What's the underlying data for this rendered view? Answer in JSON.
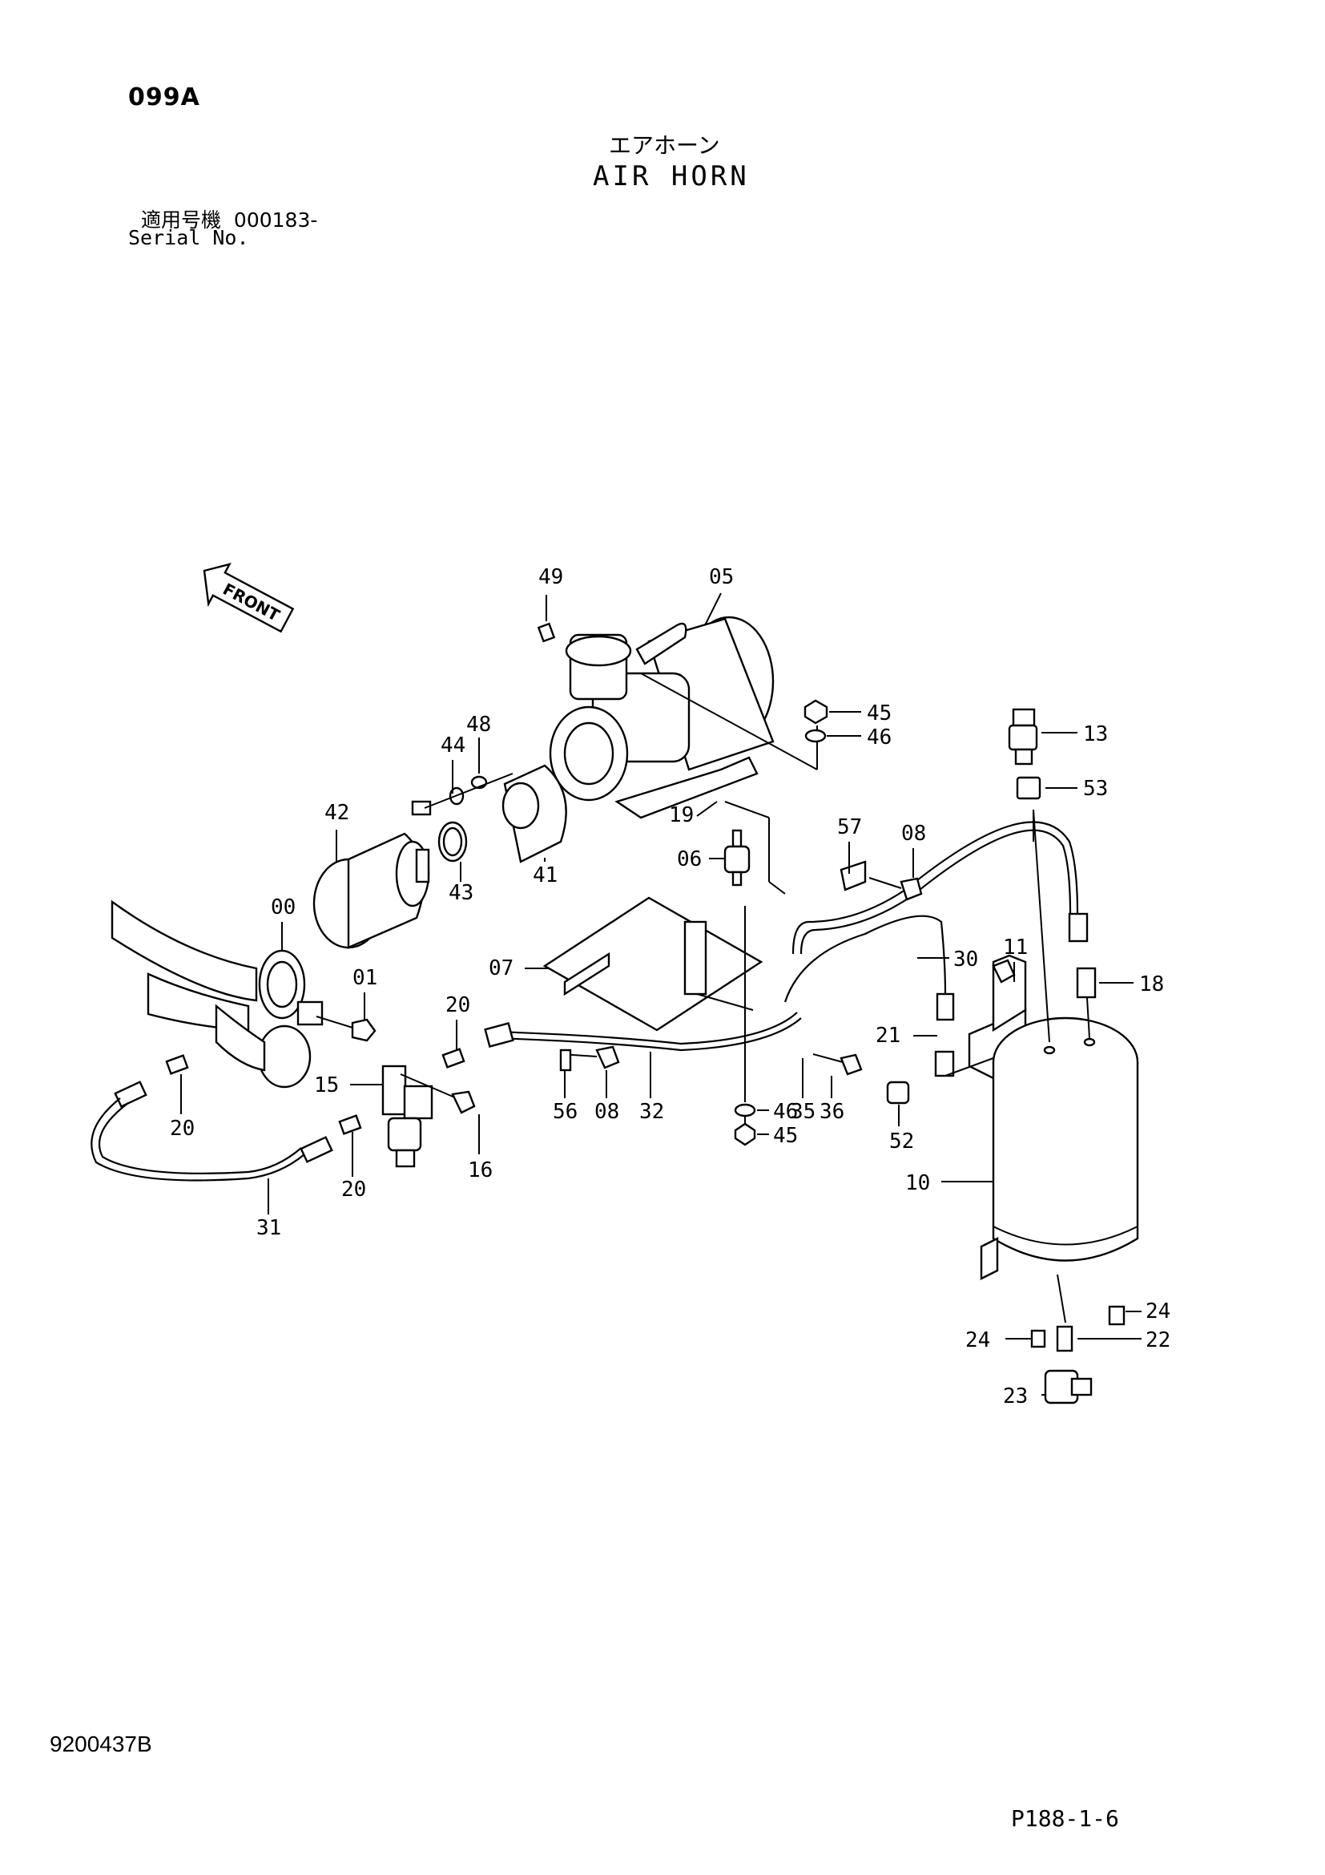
{
  "header": {
    "page_code": "099A",
    "title_jp": "エアホーン",
    "title_en": "AIR HORN",
    "serial_label_jp": "適用号機",
    "serial_value": "000183-",
    "serial_label_en": "Serial No."
  },
  "orientation": {
    "label": "FRONT",
    "icon": "front-arrow-icon"
  },
  "callouts": [
    "49",
    "05",
    "45",
    "46",
    "48",
    "44",
    "42",
    "41",
    "43",
    "19",
    "06",
    "57",
    "08",
    "13",
    "53",
    "00",
    "01",
    "07",
    "30",
    "11",
    "18",
    "20",
    "15",
    "16",
    "56",
    "08",
    "32",
    "35",
    "36",
    "21",
    "46",
    "45",
    "52",
    "20",
    "31",
    "20",
    "10",
    "24",
    "24",
    "22",
    "23"
  ],
  "footer": {
    "doc_number": "9200437B",
    "page_ref": "P188-1-6"
  }
}
